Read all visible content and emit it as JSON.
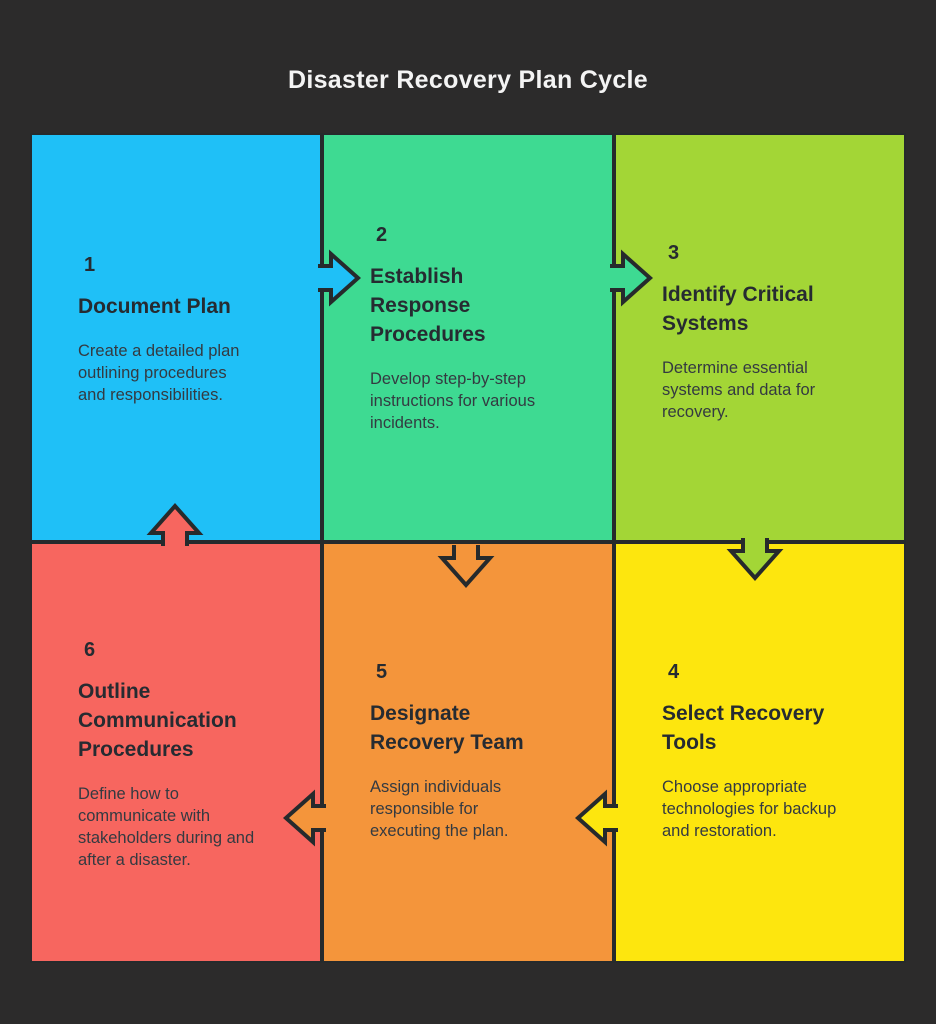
{
  "title": "Disaster Recovery Plan Cycle",
  "palette": {
    "background": "#2c2b2b",
    "outline": "#262a2c",
    "title_text": "#f4f4f4",
    "heading_text": "#262b31",
    "body_text": "#343a41"
  },
  "steps": [
    {
      "number": "1",
      "heading": "Document Plan",
      "body": "Create a detailed plan\noutlining procedures\nand responsibilities.",
      "color": "#1fc0f7"
    },
    {
      "number": "2",
      "heading": "Establish\nResponse\nProcedures",
      "body": "Develop step-by-step\ninstructions for various\nincidents.",
      "color": "#3eda92"
    },
    {
      "number": "3",
      "heading": "Identify Critical\nSystems",
      "body": "Determine essential\nsystems and data for\nrecovery.",
      "color": "#a3d636"
    },
    {
      "number": "4",
      "heading": "Select Recovery\nTools",
      "body": "Choose appropriate\ntechnologies for backup\nand restoration.",
      "color": "#fde60e"
    },
    {
      "number": "5",
      "heading": "Designate\nRecovery Team",
      "body": "Assign individuals\nresponsible for\nexecuting the plan.",
      "color": "#f4953b"
    },
    {
      "number": "6",
      "heading": "Outline\nCommunication\nProcedures",
      "body": "Define how to\ncommunicate with\nstakeholders during and\nafter a disaster.",
      "color": "#f7665f"
    }
  ],
  "arrows": {
    "a1_2": {
      "from": "1",
      "to": "2",
      "direction": "right",
      "color": "#1fc0f7"
    },
    "a2_3": {
      "from": "2",
      "to": "3",
      "direction": "right",
      "color": "#3eda92"
    },
    "a3_4": {
      "from": "3",
      "to": "4",
      "direction": "down",
      "color": "#a3d636"
    },
    "a4_5": {
      "from": "4",
      "to": "5",
      "direction": "left",
      "color": "#fde60e"
    },
    "a5_6": {
      "from": "5",
      "to": "6",
      "direction": "left",
      "color": "#f4953b"
    },
    "a6_1": {
      "from": "6",
      "to": "1",
      "direction": "up",
      "color": "#f7665f"
    },
    "hollow": {
      "from": "2",
      "to": "5",
      "direction": "down",
      "style": "outline-only",
      "color": "#f4953b"
    }
  }
}
